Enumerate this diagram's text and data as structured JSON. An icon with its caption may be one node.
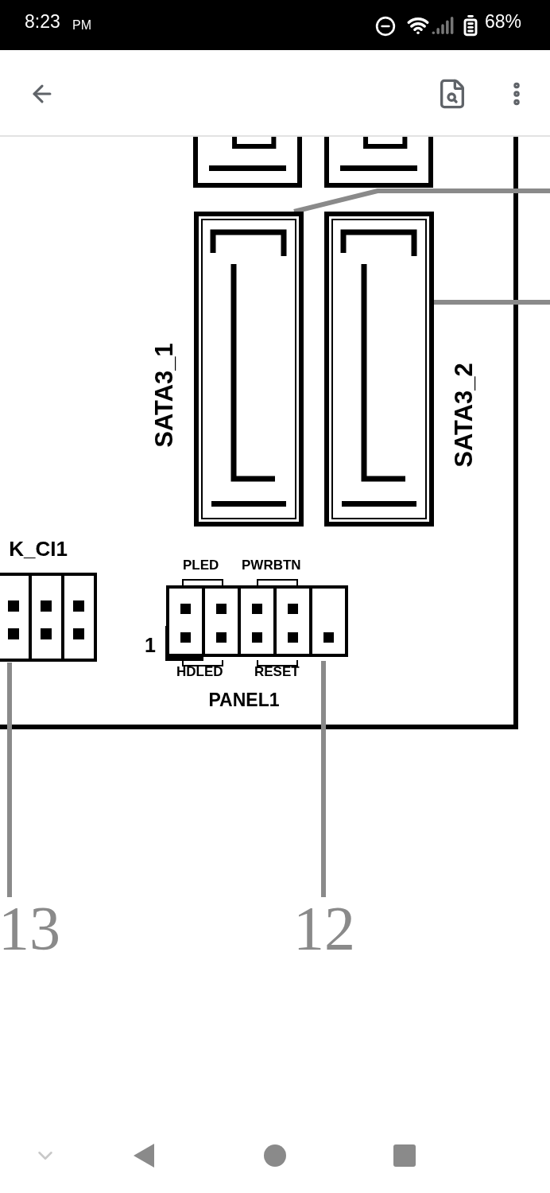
{
  "diagram": {
    "nodes": [
      {
        "text": [],
        "shape": "box"
      },
      {
        "text": [],
        "shape": "box"
      },
      {
        "text": [],
        "shape": "box",
        "beside": [
          "SATA3_1"
        ]
      },
      {
        "text": [],
        "shape": "box",
        "beside": [
          "SATA3_2"
        ]
      },
      {
        "text": [],
        "shape": "box",
        "beside": [
          "K_CI1"
        ]
      },
      {
        "text": [],
        "shape": "box",
        "beside": [
          "PANEL1"
        ]
      },
      {
        "text": [
          "13"
        ]
      },
      {
        "text": [
          "12"
        ]
      }
    ],
    "edges": [
      {
        "from": 6,
        "to": 4,
        "arrow": "none"
      },
      {
        "from": 7,
        "to": 5,
        "arrow": "none"
      },
      {
        "from": null,
        "to": 2,
        "arrow": "none"
      },
      {
        "from": null,
        "to": 3,
        "arrow": "none"
      }
    ],
    "labels": [
      "8:23",
      "PM",
      "68%",
      "PLED",
      "PWRBTN",
      "1",
      "HDLED",
      "RESET"
    ]
  }
}
